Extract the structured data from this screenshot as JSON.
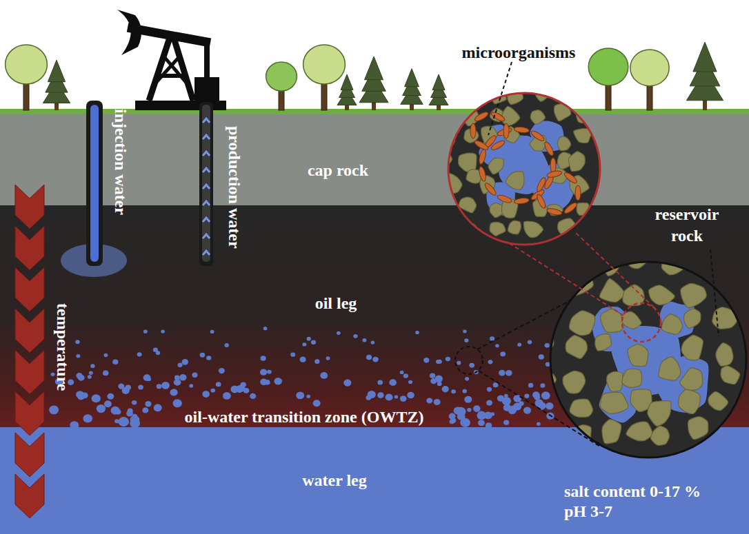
{
  "diagram": {
    "nodes": [
      {
        "text": [
          "injection water"
        ]
      },
      {
        "text": [
          "production water"
        ]
      },
      {
        "text": [
          "cap rock"
        ]
      },
      {
        "text": [
          "oil leg"
        ]
      },
      {
        "text": [
          "water leg"
        ]
      }
    ],
    "labels": [
      "microorganisms",
      "reservoir rock",
      "temperature",
      "oil-water transition zone (OWTZ)",
      "salt content 0-17 %",
      "pH 3-7"
    ]
  }
}
